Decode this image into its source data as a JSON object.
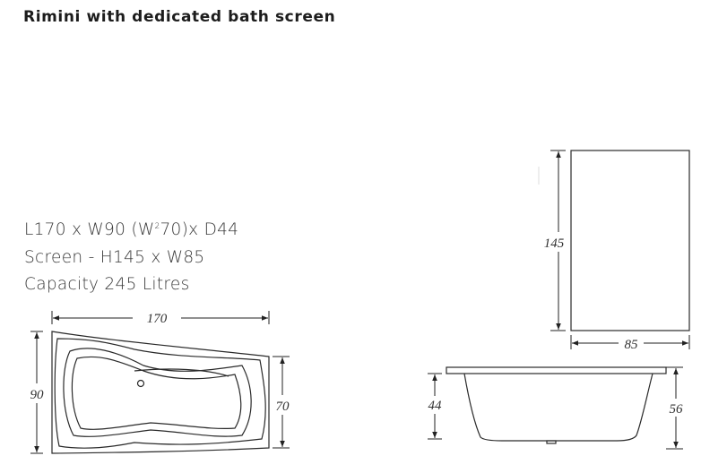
{
  "title": "Rimini with dedicated bath screen",
  "specs": {
    "line1_pre": "L170 x W90 (W",
    "line1_sup": "2",
    "line1_post": "70)x D44",
    "line2": "Screen - H145 x W85",
    "line3": "Capacity 245 Litres"
  },
  "dimensions": {
    "length": "170",
    "width": "90",
    "width_narrow": "70",
    "screen_height": "145",
    "screen_width": "85",
    "depth": "44",
    "overall_depth": "56"
  }
}
